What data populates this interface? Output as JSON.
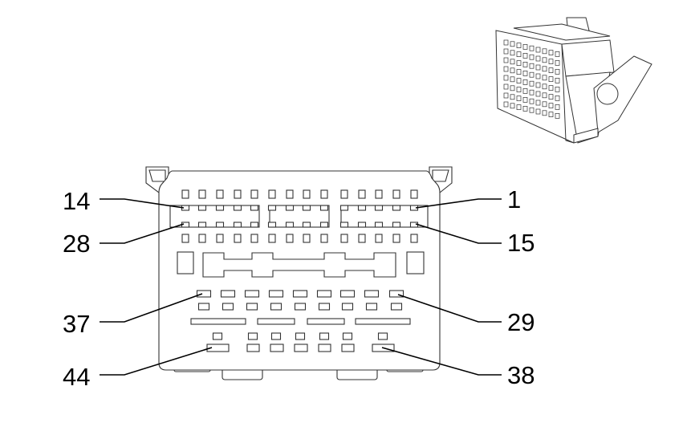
{
  "diagram": {
    "pin_labels": {
      "pin_14": "14",
      "pin_28": "28",
      "pin_1": "1",
      "pin_15": "15",
      "pin_37": "37",
      "pin_29": "29",
      "pin_44": "44",
      "pin_38": "38"
    },
    "colors": {
      "line": "#000000",
      "outline": "#333333",
      "background": "#ffffff"
    }
  }
}
